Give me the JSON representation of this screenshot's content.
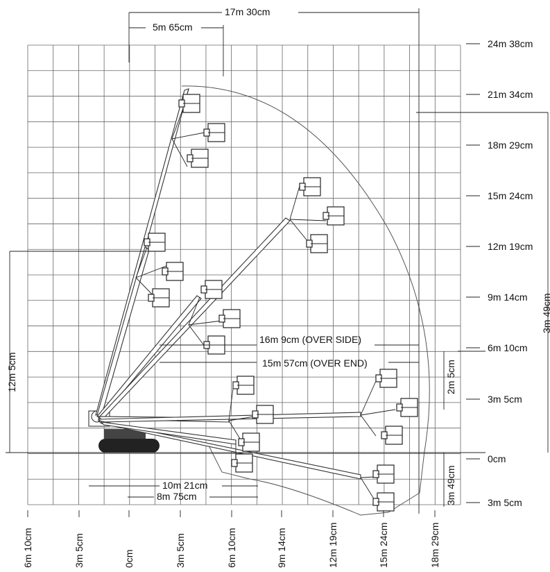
{
  "diagram": {
    "top_dims": [
      {
        "label": "17m 30cm"
      },
      {
        "label": "5m 65cm"
      }
    ],
    "right_labels": [
      "24m 38cm",
      "21m 34cm",
      "18m 29cm",
      "15m 24cm",
      "12m 19cm",
      "9m 14cm",
      "6m 10cm",
      "3m 5cm",
      "0cm",
      "3m 5cm"
    ],
    "bottom_labels": [
      "6m 10cm",
      "3m 5cm",
      "0cm",
      "3m 5cm",
      "6m 10cm",
      "9m 14cm",
      "12m 19cm",
      "15m 24cm",
      "18m 29cm"
    ],
    "reach_over_side": "16m 9cm (OVER SIDE)",
    "reach_over_end": "15m 57cm (OVER END)",
    "left_height": "12m 5cm",
    "right_height": "3m 49cm",
    "right_small_height": "2m 5cm",
    "right_bottom_height": "3m 49cm",
    "bottom_dims": [
      "10m 21cm",
      "8m 75cm"
    ]
  }
}
